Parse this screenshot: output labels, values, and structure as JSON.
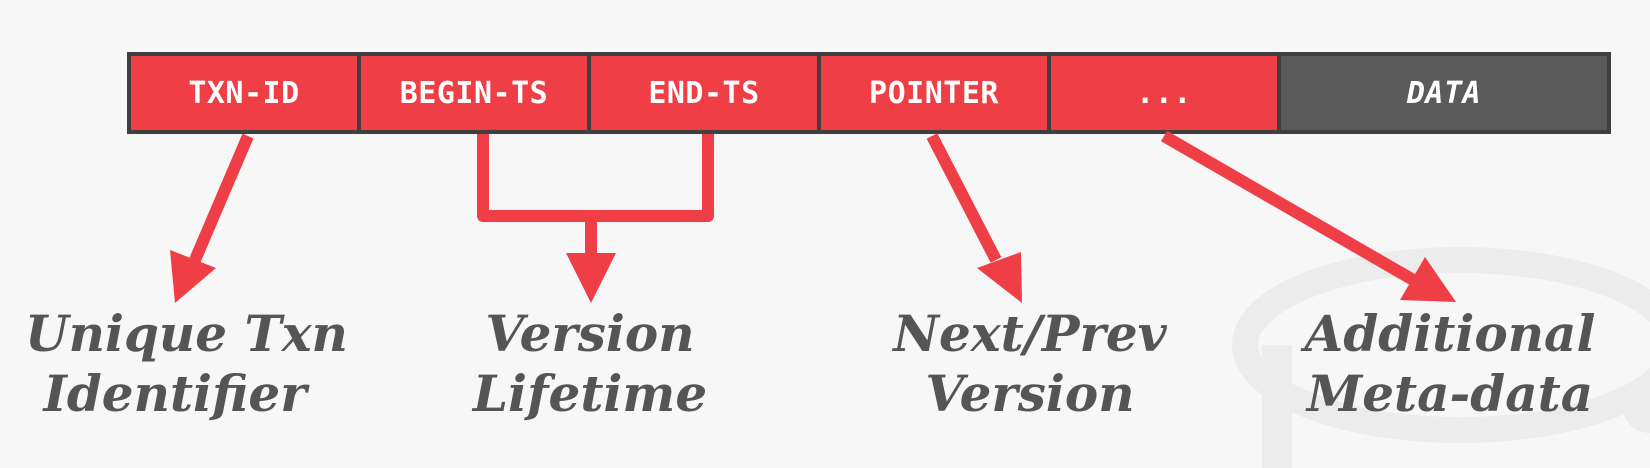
{
  "fields": [
    {
      "label": "TXN-ID"
    },
    {
      "label": "BEGIN-TS"
    },
    {
      "label": "END-TS"
    },
    {
      "label": "POINTER"
    },
    {
      "label": "..."
    },
    {
      "label": "DATA"
    }
  ],
  "captions": {
    "txn_id": {
      "line1": "Unique Txn",
      "line2": "Identifier"
    },
    "lifetime": {
      "line1": "Version",
      "line2": "Lifetime"
    },
    "pointer": {
      "line1": "Next/Prev",
      "line2": "Version"
    },
    "metadata": {
      "line1": "Additional",
      "line2": "Meta-data"
    }
  },
  "colors": {
    "accent": "#ef3e45",
    "data_cell": "#5a5a5a",
    "border": "#3f3f3f",
    "caption_text": "#555555",
    "background": "#f7f7f7"
  }
}
